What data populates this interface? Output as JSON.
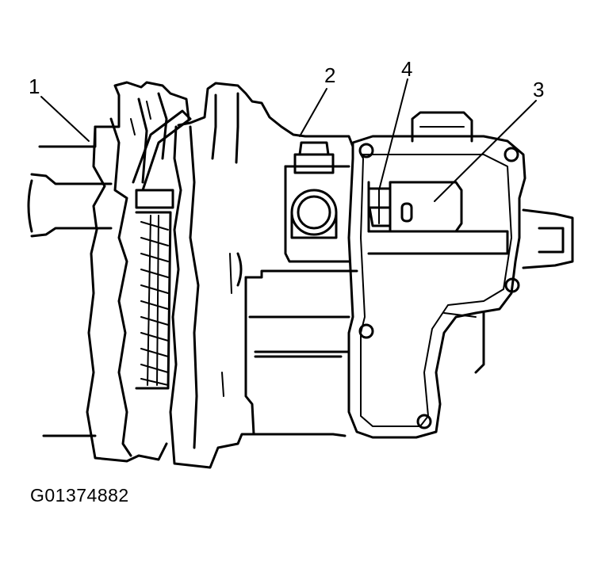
{
  "callouts": {
    "c1": "1",
    "c2": "2",
    "c3": "3",
    "c4": "4"
  },
  "figure_id": "G01374882"
}
